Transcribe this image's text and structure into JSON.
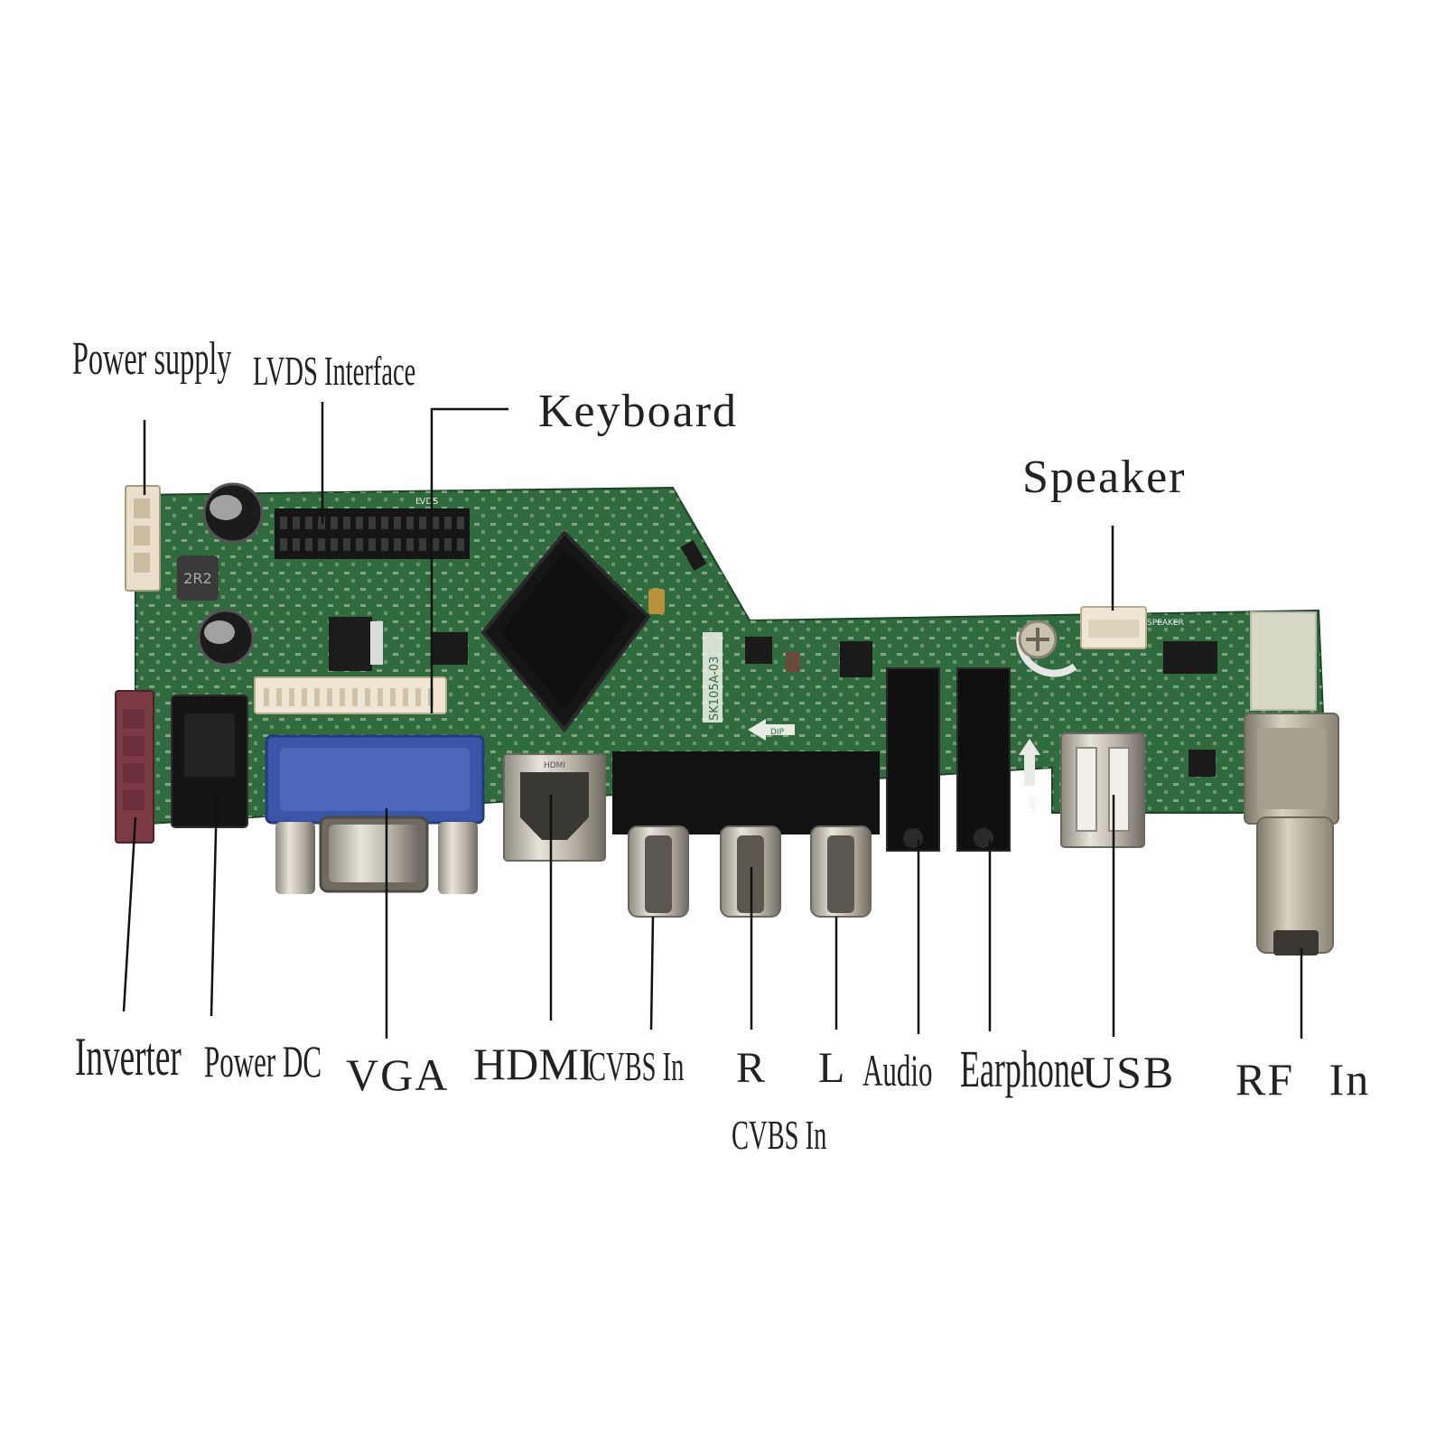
{
  "labels": {
    "power_supply": "Power supply",
    "lvds_interface": "LVDS Interface",
    "keyboard": "Keyboard",
    "speaker": "Speaker",
    "inverter": "Inverter",
    "power_dc": "Power DC",
    "vga": "VGA",
    "hdmi": "HDMI",
    "cvbs_in_1": "CVBS In",
    "r": "R",
    "cvbs_in_2": "CVBS In",
    "l": "L",
    "audio": "Audio",
    "earphone": "Earphone",
    "usb": "USB",
    "rf_in": "RF In"
  },
  "board": {
    "silkscreen_model": "SK105A-03",
    "inductor_marking": "2R2",
    "lvds_marking": "LVDS",
    "dip_marking": "DIP",
    "usb_marking": "USB",
    "speaker_marking": "SPEAKER",
    "hdmi_marking": "HDMI"
  },
  "colors": {
    "pcb": "#2f6b3c",
    "pcb_dark": "#234f2c",
    "vga_blue": "#3b56a8",
    "metal": "#c9c4b8",
    "black": "#141414",
    "maroon": "#7a3b45",
    "cream": "#e9dfcb"
  }
}
